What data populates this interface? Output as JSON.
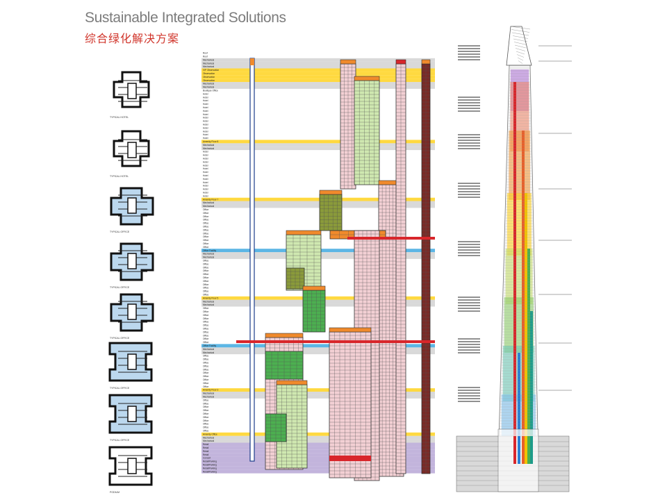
{
  "header": {
    "title": "Sustainable Integrated Solutions",
    "subtitle": "综合绿化解决方案"
  },
  "floor_plans": [
    {
      "label": "TYPICAL HOTEL",
      "fill": "none"
    },
    {
      "label": "TYPICAL HOTEL",
      "fill": "none"
    },
    {
      "label": "TYPICAL OFFICE",
      "fill": "light"
    },
    {
      "label": "TYPICAL OFFICE",
      "fill": "light"
    },
    {
      "label": "TYPICAL OFFICE",
      "fill": "light"
    },
    {
      "label": "TYPICAL OFFICE",
      "fill": "light"
    },
    {
      "label": "TYPICAL OFFICE",
      "fill": "light"
    },
    {
      "label": "PODIUM",
      "fill": "none"
    }
  ],
  "colors": {
    "title": "#7c7c7c",
    "subtitle": "#d0352b",
    "orange": "#f08a2c",
    "yellow": "#ffd21f",
    "gray_band": "#b9b9b9",
    "blue_band": "#3fa9e0",
    "red_band": "#d8262b",
    "pink": "#f3d0d4",
    "light_green": "#cfe8b0",
    "green": "#4caf50",
    "olive": "#8a9a3a",
    "dark_brown": "#7a2a26",
    "purple": "#b7a7d6"
  },
  "section_labels": [
    "Roof",
    "Roof",
    "Mechanical",
    "Mechanical",
    "Mechanical",
    "VIP Observation",
    "Observation",
    "Observation",
    "Observation",
    "Mechanical",
    "Mechanical",
    "Boutique Office",
    "Hotel",
    "Hotel",
    "Hotel",
    "Hotel",
    "Hotel",
    "Hotel",
    "Hotel",
    "Hotel",
    "Hotel",
    "Hotel",
    "Hotel",
    "Hotel",
    "Hotel",
    "Hotel",
    "Amenity Floor 8",
    "Mechanical",
    "Mechanical",
    "Hotel",
    "Hotel",
    "Hotel",
    "Hotel",
    "Hotel",
    "Hotel",
    "Hotel",
    "Hotel",
    "Hotel",
    "Hotel",
    "Hotel",
    "Hotel",
    "Hotel",
    "Hotel",
    "Amenity Floor 7",
    "Mechanical",
    "Mechanical",
    "Office",
    "Office",
    "Office",
    "Office",
    "Office",
    "Office",
    "Office",
    "Office",
    "Office",
    "Office",
    "Office",
    "Office",
    "Office Facility",
    "Mechanical",
    "Mechanical",
    "Office",
    "Office",
    "Office",
    "Office",
    "Office",
    "Office",
    "Office",
    "Office",
    "Office",
    "Office",
    "Office",
    "Amenity Floor 5",
    "Mechanical",
    "Mechanical",
    "Office",
    "Office",
    "Office",
    "Office",
    "Office",
    "Office",
    "Office",
    "Office",
    "Office",
    "Office",
    "Office",
    "Office Facility",
    "Mechanical",
    "Mechanical",
    "Office",
    "Office",
    "Office",
    "Office",
    "Office",
    "Office",
    "Office",
    "Office",
    "Office",
    "Office",
    "Amenity Floor 3",
    "Mechanical",
    "Mechanical",
    "Office",
    "Office",
    "Office",
    "Office",
    "Office",
    "Office",
    "Office",
    "Office",
    "Office",
    "Office",
    "Amenity Office",
    "Mechanical",
    "Mechanical",
    "Retail",
    "Retail",
    "Retail",
    "Retail",
    "Concert",
    "Retail/Parking",
    "Retail/Parking",
    "Retail/Parking",
    "Retail/Parking"
  ]
}
